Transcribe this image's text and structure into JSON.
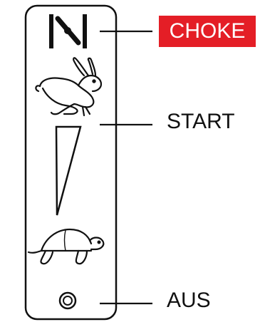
{
  "labels": {
    "choke": "CHOKE",
    "start": "START",
    "aus": "AUS"
  },
  "colors": {
    "choke_badge": "#e41e26",
    "stroke": "#111111",
    "choke_text": "#ffffff"
  },
  "icons": [
    "choke-icon",
    "rabbit-icon",
    "throttle-wedge-icon",
    "turtle-icon",
    "off-ring-icon"
  ]
}
